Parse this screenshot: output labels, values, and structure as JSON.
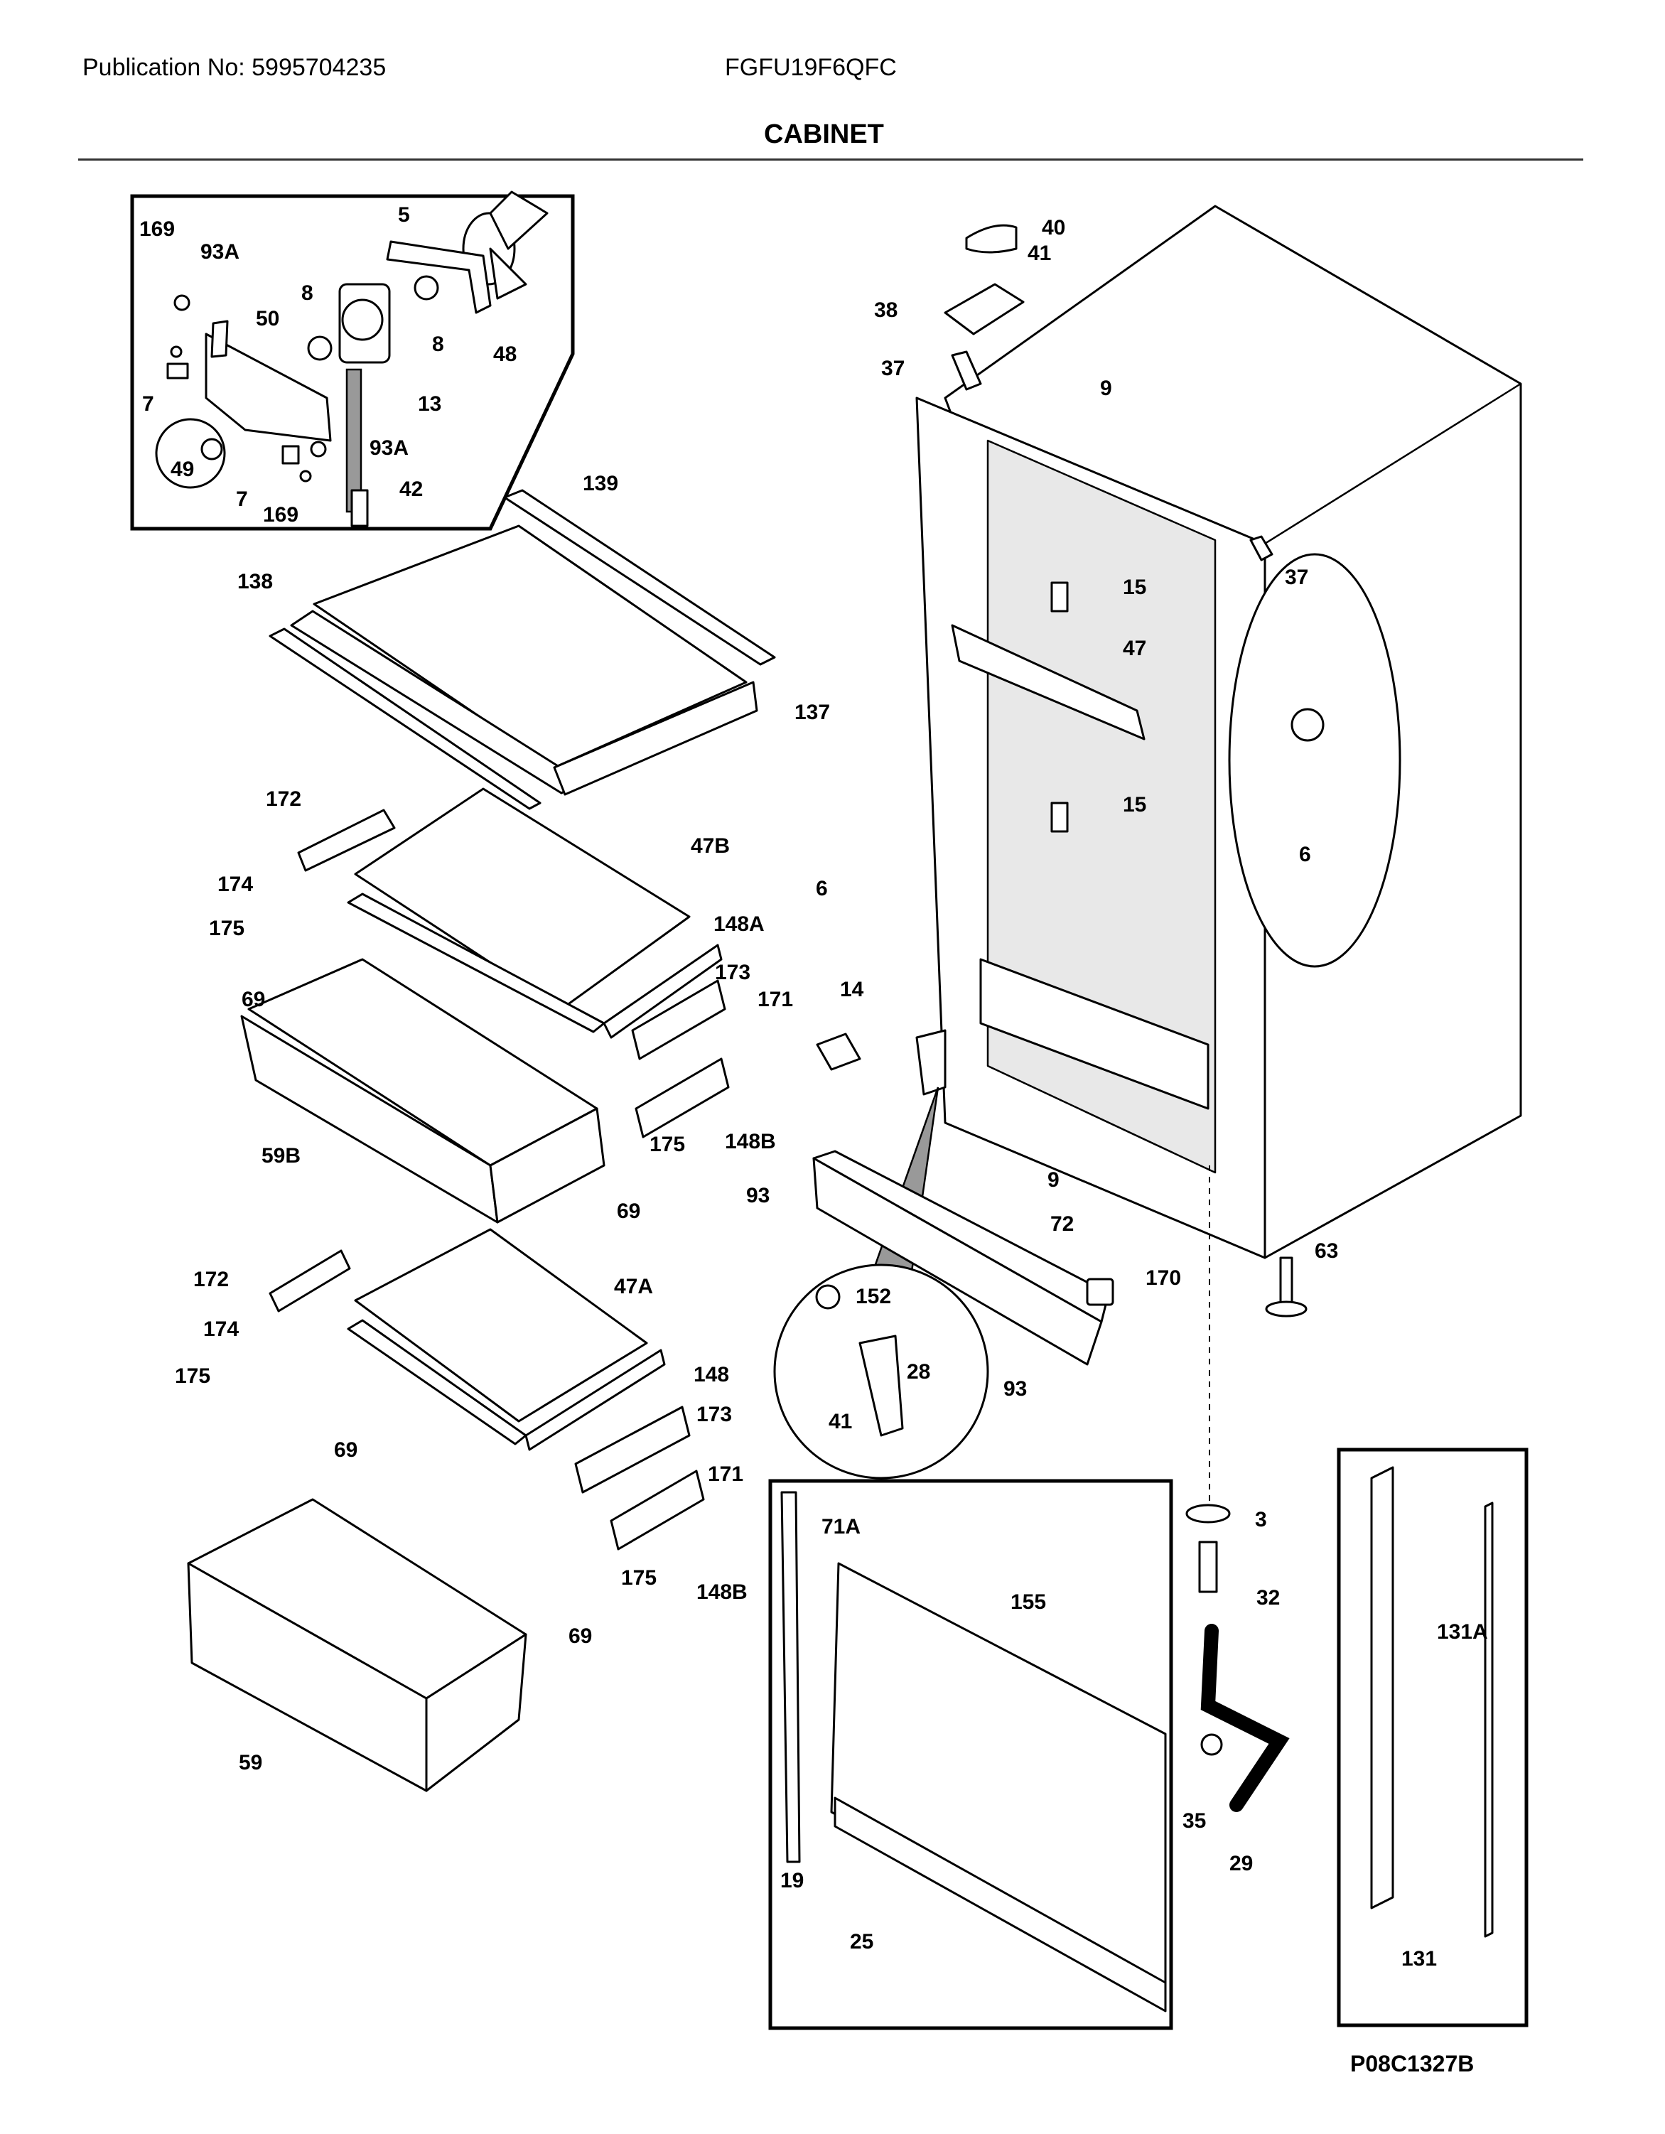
{
  "header": {
    "publication": "Publication No: 5995704235",
    "model": "FGFU19F6QFC",
    "title": "CABINET"
  },
  "footer": {
    "diagram_code": "P08C1327B"
  },
  "callouts": [
    "169",
    "93A",
    "5",
    "8",
    "50",
    "8",
    "48",
    "7",
    "13",
    "49",
    "93A",
    "7",
    "169",
    "40",
    "41",
    "38",
    "37",
    "9",
    "37",
    "15",
    "47",
    "15",
    "6",
    "6",
    "9",
    "139",
    "42",
    "138",
    "137",
    "172",
    "47B",
    "174",
    "175",
    "148A",
    "173",
    "69",
    "171",
    "59B",
    "175",
    "148B",
    "69",
    "14",
    "93",
    "72",
    "152",
    "170",
    "63",
    "28",
    "93",
    "41",
    "172",
    "47A",
    "174",
    "175",
    "148",
    "173",
    "69",
    "171",
    "175",
    "148B",
    "59",
    "69",
    "71A",
    "155",
    "3",
    "32",
    "131A",
    "19",
    "35",
    "29",
    "25",
    "131"
  ]
}
